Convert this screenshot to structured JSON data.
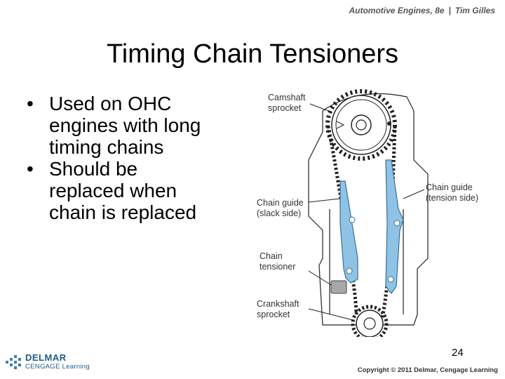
{
  "header": {
    "book_title": "Automotive Engines, 8e",
    "author": "Tim Gilles"
  },
  "slide": {
    "title": "Timing Chain Tensioners",
    "bullets": [
      {
        "line1": "Used on OHC",
        "line2": "engines with long",
        "line3": "timing chains"
      },
      {
        "line1": "Should be",
        "line2": "replaced when",
        "line3": "chain is replaced"
      }
    ],
    "page_number": "24"
  },
  "figure": {
    "labels": {
      "camshaft_sprocket": [
        "Camshaft",
        "sprocket"
      ],
      "chain_guide_slack": [
        "Chain guide",
        "(slack side)"
      ],
      "chain_guide_tension": [
        "Chain guide",
        "(tension side)"
      ],
      "chain_tensioner": [
        "Chain",
        "tensioner"
      ],
      "crankshaft_sprocket": [
        "Crankshaft",
        "sprocket"
      ]
    },
    "colors": {
      "guide_fill": "#8fc3e6",
      "guide_stroke": "#3a6e94",
      "tensioner_fill": "#a8a8a8",
      "line": "#222222"
    }
  },
  "footer": {
    "logo_line1": "DELMAR",
    "logo_line2": "CENGAGE Learning",
    "copyright": "Copyright © 2011 Delmar, Cengage Learning"
  }
}
